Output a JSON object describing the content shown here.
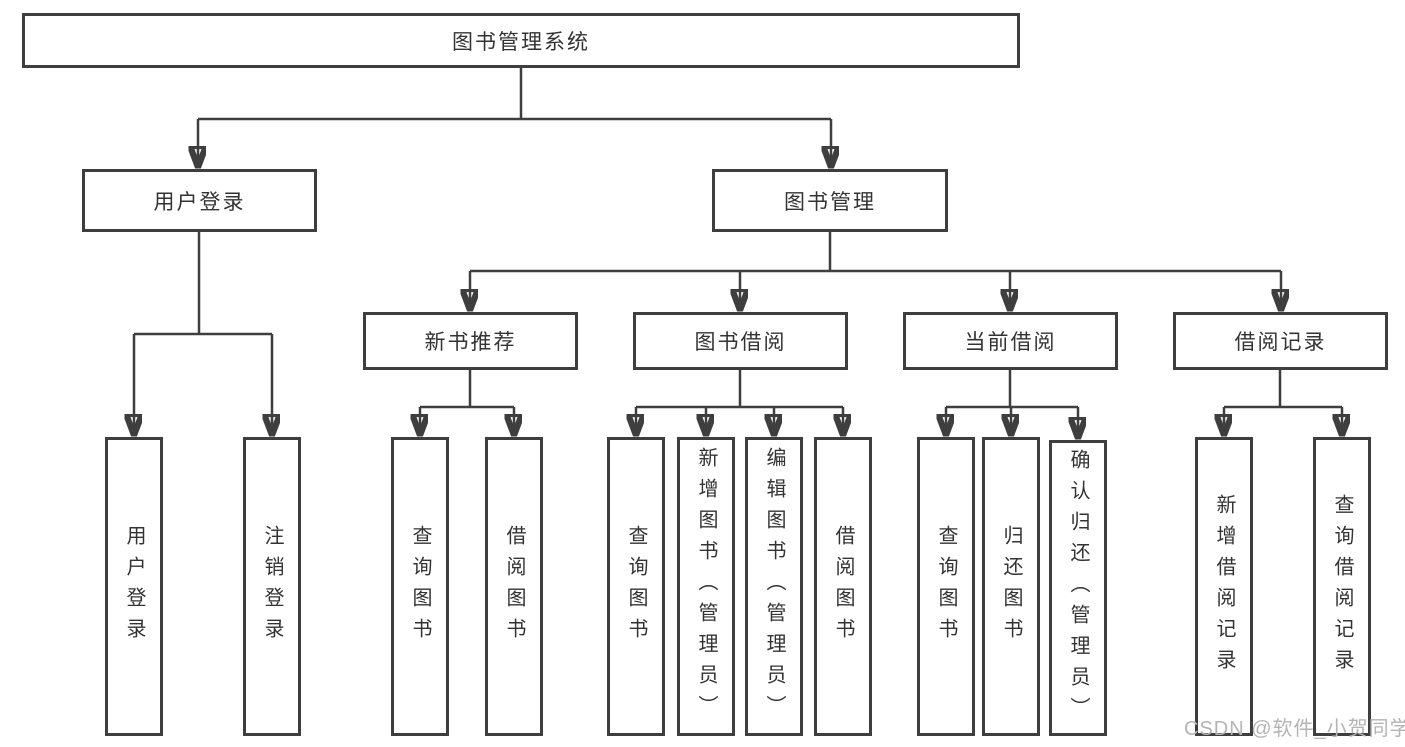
{
  "diagram_title": "图书管理系统",
  "nodes": [
    {
      "id": "root",
      "label": "图书管理系统"
    },
    {
      "id": "user-login",
      "label": "用户登录"
    },
    {
      "id": "book-management",
      "label": "图书管理"
    },
    {
      "id": "new-book-recommend",
      "label": "新书推荐"
    },
    {
      "id": "book-borrowing",
      "label": "图书借阅"
    },
    {
      "id": "current-borrowing",
      "label": "当前借阅"
    },
    {
      "id": "borrowing-records",
      "label": "借阅记录"
    },
    {
      "id": "leaf-user-login",
      "label": "用户登录"
    },
    {
      "id": "leaf-logout",
      "label": "注销登录"
    },
    {
      "id": "leaf-query-books-1",
      "label": "查询图书"
    },
    {
      "id": "leaf-borrow-books-1",
      "label": "借阅图书"
    },
    {
      "id": "leaf-query-books-2",
      "label": "查询图书"
    },
    {
      "id": "leaf-add-books",
      "label": "新增图书（管理员）"
    },
    {
      "id": "leaf-edit-books",
      "label": "编辑图书（管理员）"
    },
    {
      "id": "leaf-borrow-books-2",
      "label": "借阅图书"
    },
    {
      "id": "leaf-query-books-3",
      "label": "查询图书"
    },
    {
      "id": "leaf-return-books",
      "label": "归还图书"
    },
    {
      "id": "leaf-confirm-return",
      "label": "确认归还（管理员）"
    },
    {
      "id": "leaf-add-borrow-record",
      "label": "新增借阅记录"
    },
    {
      "id": "leaf-query-borrow-record",
      "label": "查询借阅记录"
    }
  ],
  "hierarchy": {
    "图书管理系统": [
      "用户登录",
      "图书管理"
    ],
    "用户登录": [
      "用户登录",
      "注销登录"
    ],
    "图书管理": [
      "新书推荐",
      "图书借阅",
      "当前借阅",
      "借阅记录"
    ],
    "新书推荐": [
      "查询图书",
      "借阅图书"
    ],
    "图书借阅": [
      "查询图书",
      "新增图书（管理员）",
      "编辑图书（管理员）",
      "借阅图书"
    ],
    "当前借阅": [
      "查询图书",
      "归还图书",
      "确认归还（管理员）"
    ],
    "借阅记录": [
      "新增借阅记录",
      "查询借阅记录"
    ]
  },
  "watermark": "CSDN @软件_小贺同学",
  "colors": {
    "line": "#3e3e3e",
    "box_border": "#3e3e3e",
    "box_background": "#ffffff",
    "text": "#333333",
    "watermark": "#b4b4b4",
    "page_background": "#ffffff"
  }
}
